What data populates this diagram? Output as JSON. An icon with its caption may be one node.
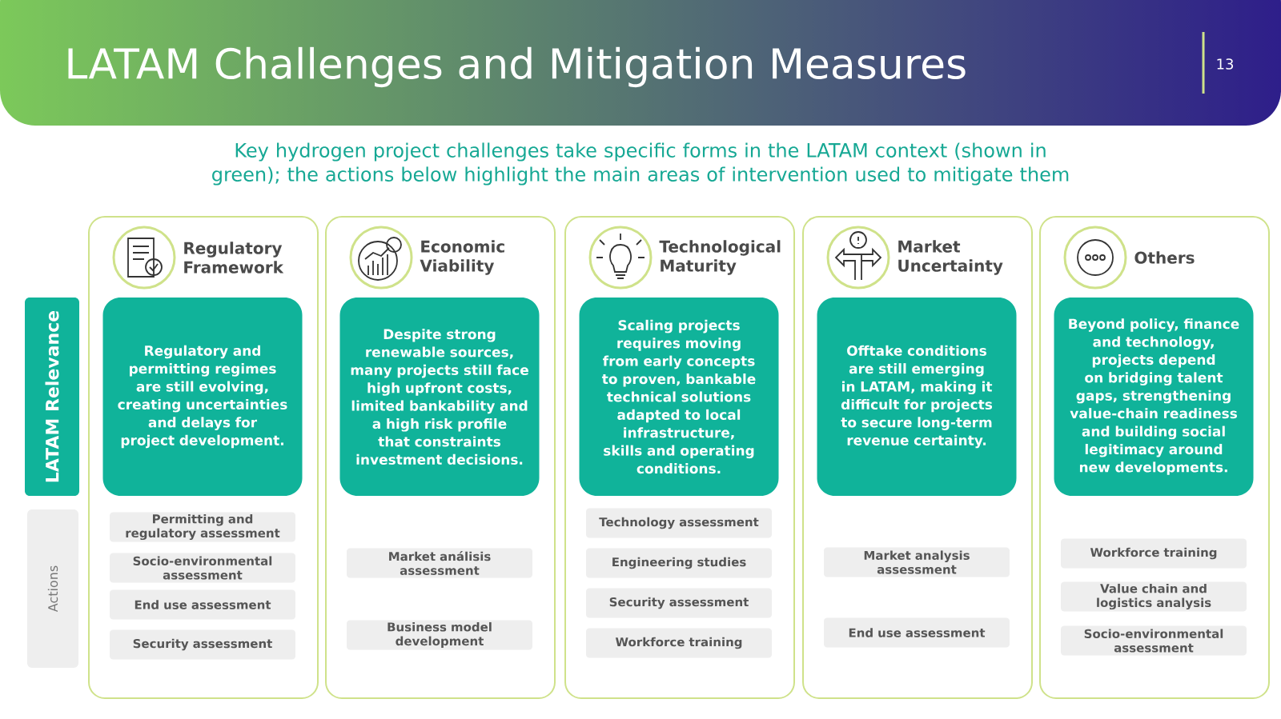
{
  "diagram": {
    "title": "LATAM Challenges and Mitigation Measures",
    "nodes": [
      {
        "text": [
          "Regulatory Framework"
        ]
      },
      {
        "text": [
          "Regulatory and permitting regimes are still evolving, creating uncertainties and delays for project development."
        ],
        "in": 0
      },
      {
        "text": [
          "Permitting and regulatory assessment"
        ],
        "in": 0
      },
      {
        "text": [
          "Socio-environmental assessment"
        ],
        "in": 0
      },
      {
        "text": [
          "End use assessment"
        ],
        "in": 0
      },
      {
        "text": [
          "Security assessment"
        ],
        "in": 0
      },
      {
        "text": [
          "Economic Viability"
        ]
      },
      {
        "text": [
          "Despite strong renewable sources, many projects still face high upfront costs, limited bankability and a high risk profile that constraints investment decisions."
        ],
        "in": 6
      },
      {
        "text": [
          "Market análisis assessment"
        ],
        "in": 6
      },
      {
        "text": [
          "Business model development"
        ],
        "in": 6
      },
      {
        "text": [
          "Technological Maturity"
        ]
      },
      {
        "text": [
          "Scaling projects requires moving from early concepts to proven, bankable technical solutions adapted to local infrastructure, skills and operating conditions."
        ],
        "in": 10
      },
      {
        "text": [
          "Technology assessment"
        ],
        "in": 10
      },
      {
        "text": [
          "Engineering studies"
        ],
        "in": 10
      },
      {
        "text": [
          "Security assessment"
        ],
        "in": 10
      },
      {
        "text": [
          "Workforce training"
        ],
        "in": 10
      },
      {
        "text": [
          "Market Uncertainty"
        ]
      },
      {
        "text": [
          "Offtake conditions are still emerging in LATAM, making it difficult for projects to secure long-term revenue certainty."
        ],
        "in": 16
      },
      {
        "text": [
          "Market analysis assessment"
        ],
        "in": 16
      },
      {
        "text": [
          "End use assessment"
        ],
        "in": 16
      },
      {
        "text": [
          "Others"
        ]
      },
      {
        "text": [
          "Beyond policy, finance and technology, projects depend on bridging talent gaps, strengthening value-chain readiness and building social legitimacy around new developments."
        ],
        "in": 20
      },
      {
        "text": [
          "Workforce training"
        ],
        "in": 20
      },
      {
        "text": [
          "Value chain and logistics analysis"
        ],
        "in": 20
      },
      {
        "text": [
          "Socio-environmental assessment"
        ],
        "in": 20
      },
      {
        "text": [
          "LATAM Relevance"
        ]
      },
      {
        "text": [
          "Actions"
        ]
      }
    ],
    "labels": [
      "13",
      "Key hydrogen project challenges take specific forms in the LATAM context (shown in green); the actions below highlight the main areas of intervention used to mitigate them"
    ]
  }
}
